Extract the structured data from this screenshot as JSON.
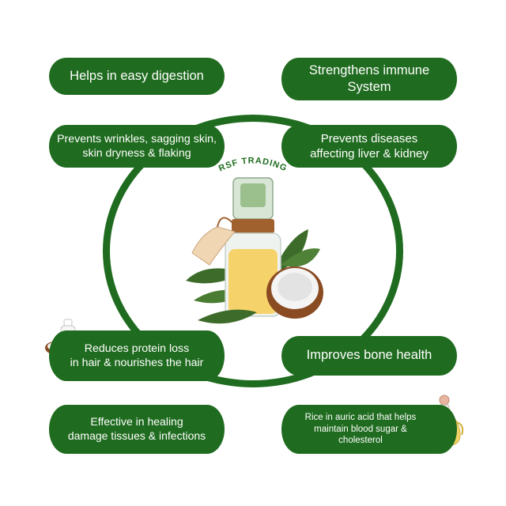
{
  "brand": {
    "name": "RSF TRADING"
  },
  "benefits": [
    {
      "label": "Helps in easy digestion"
    },
    {
      "label": "Strengthens immune\nSystem"
    },
    {
      "label": "Prevents wrinkles, sagging skin,\nskin dryness & flaking"
    },
    {
      "label": "Prevents diseases\naffecting liver & kidney"
    },
    {
      "label": "Reduces protein loss\nin hair & nourishes the hair"
    },
    {
      "label": "Improves bone health"
    },
    {
      "label": "Effective in healing\ndamage tissues & infections"
    },
    {
      "label": "Rice in auric acid that helps\nmaintain blood sugar &\ncholesterol"
    }
  ],
  "colors": {
    "pill": "#1f6b1f",
    "ring": "#1f6b1f",
    "text": "#ffffff",
    "oil": "#f6d36a",
    "leaf": "#3d6b2a"
  },
  "icons": [
    "coconut-oil-bottle-icon",
    "small-oil-bottle-icon",
    "oil-jug-icon"
  ]
}
